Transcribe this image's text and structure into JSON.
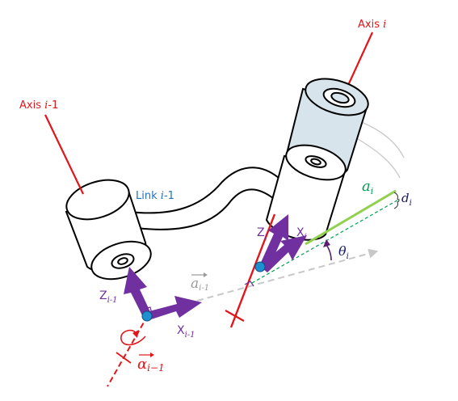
{
  "labels": {
    "axis_i_prefix": "Axis ",
    "axis_i_sym": "i",
    "axis_im1_prefix": "Axis ",
    "axis_im1_sym": "i",
    "axis_im1_suffix": "-1",
    "link_prefix": "Link ",
    "link_sym": "i",
    "link_suffix": "-1",
    "a_i_base": "a",
    "a_i_sub": "i",
    "d_i_base": "d",
    "d_i_sub": "i",
    "theta_base": "θ",
    "theta_sub": "i",
    "z_i_base": "Z",
    "z_i_sub": "i",
    "x_i_base": "X",
    "x_i_sub": "i",
    "z_im1_base": "Z",
    "z_im1_sub": "i-1",
    "x_im1_base": "X",
    "x_im1_sub": "i-1",
    "a_vec_base": "a",
    "a_vec_sub": "i-1",
    "alpha_base": "α",
    "alpha_sub": "i−1"
  },
  "colors": {
    "axis": "#e0161b",
    "frame": "#7030a0",
    "origin": "#1e90d0",
    "link_label": "#2070c0",
    "a_i": "#92d050",
    "a_i_text": "#00a050",
    "d_i_dash": "#00a050",
    "theta": "#5a1f6e",
    "grey": "#b0b0b0",
    "cyl_top": "#d8e4ec"
  }
}
